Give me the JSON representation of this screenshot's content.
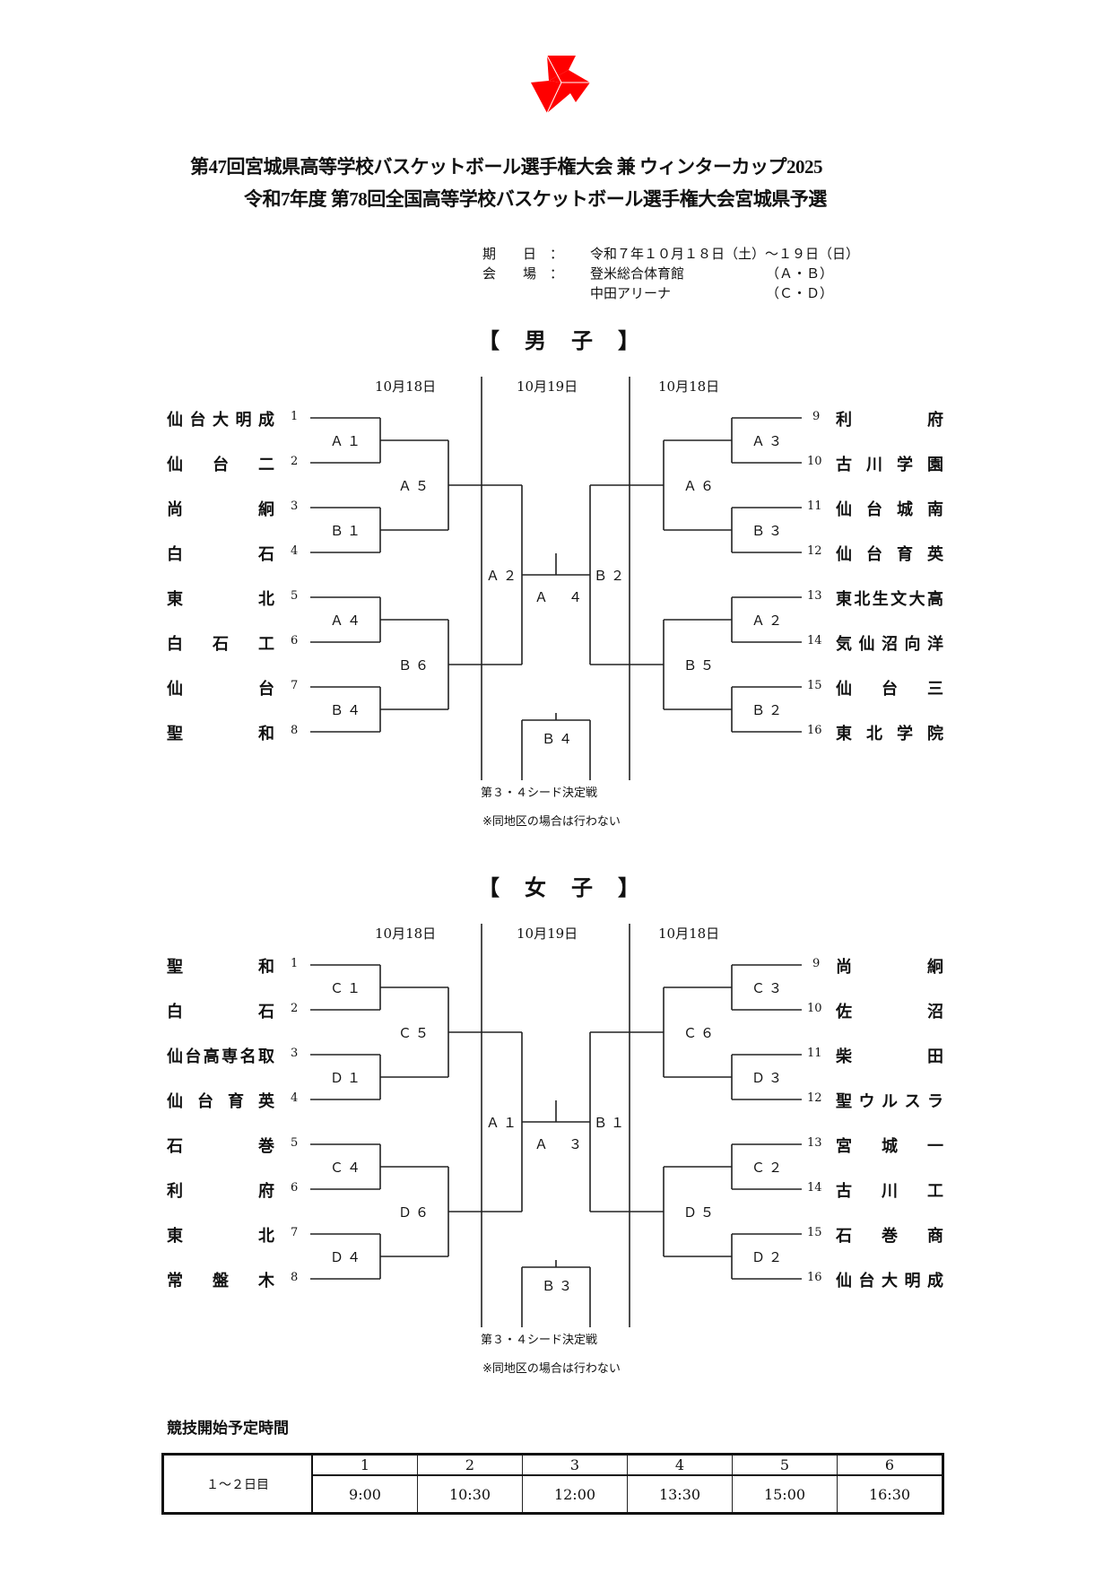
{
  "logo": {
    "icon": "red-origami-logo-icon",
    "color": "#ff0000"
  },
  "title": {
    "line1": "第47回宮城県高等学校バスケットボール選手権大会 兼 ウィンターカップ2025",
    "line2": "令和7年度 第78回全国高等学校バスケットボール選手権大会宮城県予選"
  },
  "info": {
    "period_label": "期　　日　：",
    "period_value": "令和７年１０月１８日（土）～１９日（日）",
    "venue_label": "会　　場　：",
    "venues": [
      {
        "name": "登米総合体育館",
        "courts": "（Ａ・Ｂ）"
      },
      {
        "name": "中田アリーナ",
        "courts": "（Ｃ・Ｄ）"
      }
    ]
  },
  "men": {
    "heading": "【　男　子　】",
    "dates": {
      "left": "10月18日",
      "center": "10月19日",
      "right": "10月18日"
    },
    "left_teams": [
      {
        "seed": "1",
        "chars": [
          "仙",
          "台",
          "大",
          "明",
          "成"
        ]
      },
      {
        "seed": "2",
        "chars": [
          "仙",
          "台",
          "二"
        ]
      },
      {
        "seed": "3",
        "chars": [
          "尚",
          "絅"
        ]
      },
      {
        "seed": "4",
        "chars": [
          "白",
          "石"
        ]
      },
      {
        "seed": "5",
        "chars": [
          "東",
          "北"
        ]
      },
      {
        "seed": "6",
        "chars": [
          "白",
          "石",
          "工"
        ]
      },
      {
        "seed": "7",
        "chars": [
          "仙",
          "台"
        ]
      },
      {
        "seed": "8",
        "chars": [
          "聖",
          "和"
        ]
      }
    ],
    "right_teams": [
      {
        "seed": "9",
        "chars": [
          "利",
          "府"
        ]
      },
      {
        "seed": "10",
        "chars": [
          "古",
          "川",
          "学",
          "園"
        ]
      },
      {
        "seed": "11",
        "chars": [
          "仙",
          "台",
          "城",
          "南"
        ]
      },
      {
        "seed": "12",
        "chars": [
          "仙",
          "台",
          "育",
          "英"
        ]
      },
      {
        "seed": "13",
        "chars": [
          "東",
          "北",
          "生",
          "文",
          "大",
          "高"
        ]
      },
      {
        "seed": "14",
        "chars": [
          "気",
          "仙",
          "沼",
          "向",
          "洋"
        ]
      },
      {
        "seed": "15",
        "chars": [
          "仙",
          "台",
          "三"
        ]
      },
      {
        "seed": "16",
        "chars": [
          "東",
          "北",
          "学",
          "院"
        ]
      }
    ],
    "games": {
      "l_r1": [
        "Ａ１",
        "Ｂ１",
        "Ａ４",
        "Ｂ４"
      ],
      "l_r2": [
        "Ａ５",
        "Ｂ６"
      ],
      "l_semi": "Ａ２",
      "r_r1": [
        "Ａ３",
        "Ｂ３",
        "Ａ２",
        "Ｂ２"
      ],
      "r_r2": [
        "Ａ６",
        "Ｂ５"
      ],
      "r_semi": "Ｂ２",
      "final": "Ａ　４",
      "third": "Ｂ４"
    },
    "third_place_label": "第３・４シード決定戦",
    "note": "※同地区の場合は行わない"
  },
  "women": {
    "heading": "【　女　子　】",
    "dates": {
      "left": "10月18日",
      "center": "10月19日",
      "right": "10月18日"
    },
    "left_teams": [
      {
        "seed": "1",
        "chars": [
          "聖",
          "和"
        ]
      },
      {
        "seed": "2",
        "chars": [
          "白",
          "石"
        ]
      },
      {
        "seed": "3",
        "chars": [
          "仙",
          "台",
          "高",
          "専",
          "名",
          "取"
        ]
      },
      {
        "seed": "4",
        "chars": [
          "仙",
          "台",
          "育",
          "英"
        ]
      },
      {
        "seed": "5",
        "chars": [
          "石",
          "巻"
        ]
      },
      {
        "seed": "6",
        "chars": [
          "利",
          "府"
        ]
      },
      {
        "seed": "7",
        "chars": [
          "東",
          "北"
        ]
      },
      {
        "seed": "8",
        "chars": [
          "常",
          "盤",
          "木"
        ]
      }
    ],
    "right_teams": [
      {
        "seed": "9",
        "chars": [
          "尚",
          "絅"
        ]
      },
      {
        "seed": "10",
        "chars": [
          "佐",
          "沼"
        ]
      },
      {
        "seed": "11",
        "chars": [
          "柴",
          "田"
        ]
      },
      {
        "seed": "12",
        "chars": [
          "聖",
          "ウ",
          "ル",
          "ス",
          "ラ"
        ]
      },
      {
        "seed": "13",
        "chars": [
          "宮",
          "城",
          "一"
        ]
      },
      {
        "seed": "14",
        "chars": [
          "古",
          "川",
          "工"
        ]
      },
      {
        "seed": "15",
        "chars": [
          "石",
          "巻",
          "商"
        ]
      },
      {
        "seed": "16",
        "chars": [
          "仙",
          "台",
          "大",
          "明",
          "成"
        ]
      }
    ],
    "games": {
      "l_r1": [
        "Ｃ１",
        "Ｄ１",
        "Ｃ４",
        "Ｄ４"
      ],
      "l_r2": [
        "Ｃ５",
        "Ｄ６"
      ],
      "l_semi": "Ａ１",
      "r_r1": [
        "Ｃ３",
        "Ｄ３",
        "Ｃ２",
        "Ｄ２"
      ],
      "r_r2": [
        "Ｃ６",
        "Ｄ５"
      ],
      "r_semi": "Ｂ１",
      "final": "Ａ　３",
      "third": "Ｂ３"
    },
    "third_place_label": "第３・４シード決定戦",
    "note": "※同地区の場合は行わない"
  },
  "schedule": {
    "title": "競技開始予定時間",
    "day_label": "１～２日目",
    "slots": [
      "1",
      "2",
      "3",
      "4",
      "5",
      "6"
    ],
    "times": [
      "9:00",
      "10:30",
      "12:00",
      "13:30",
      "15:00",
      "16:30"
    ]
  }
}
